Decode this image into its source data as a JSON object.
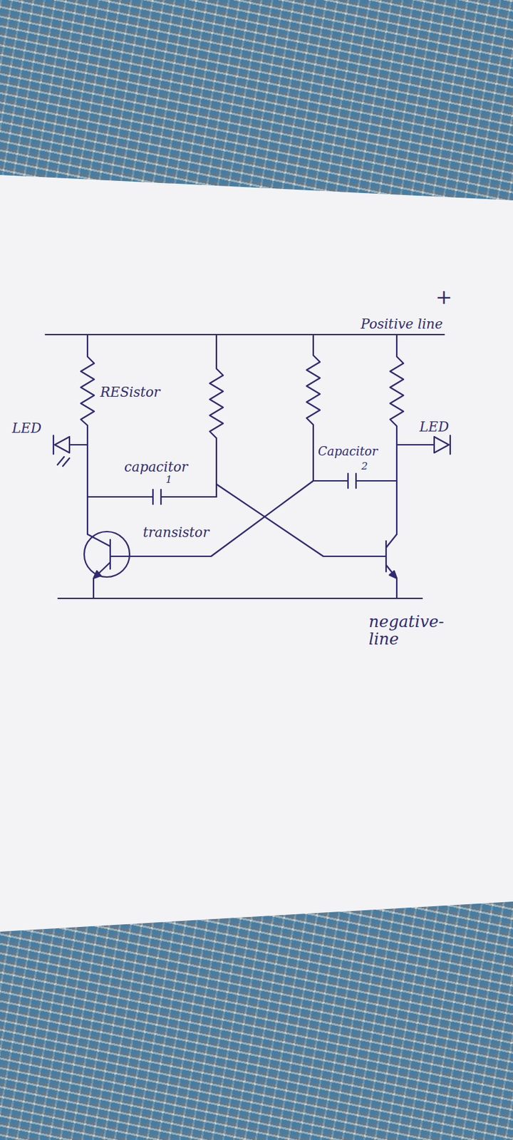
{
  "diagram": {
    "labels": [
      "+",
      "Positive line",
      "RESistor",
      "LED",
      "capacitor",
      "1",
      "transistor",
      "Capacitor",
      "2",
      "LED",
      "negative- line"
    ]
  }
}
